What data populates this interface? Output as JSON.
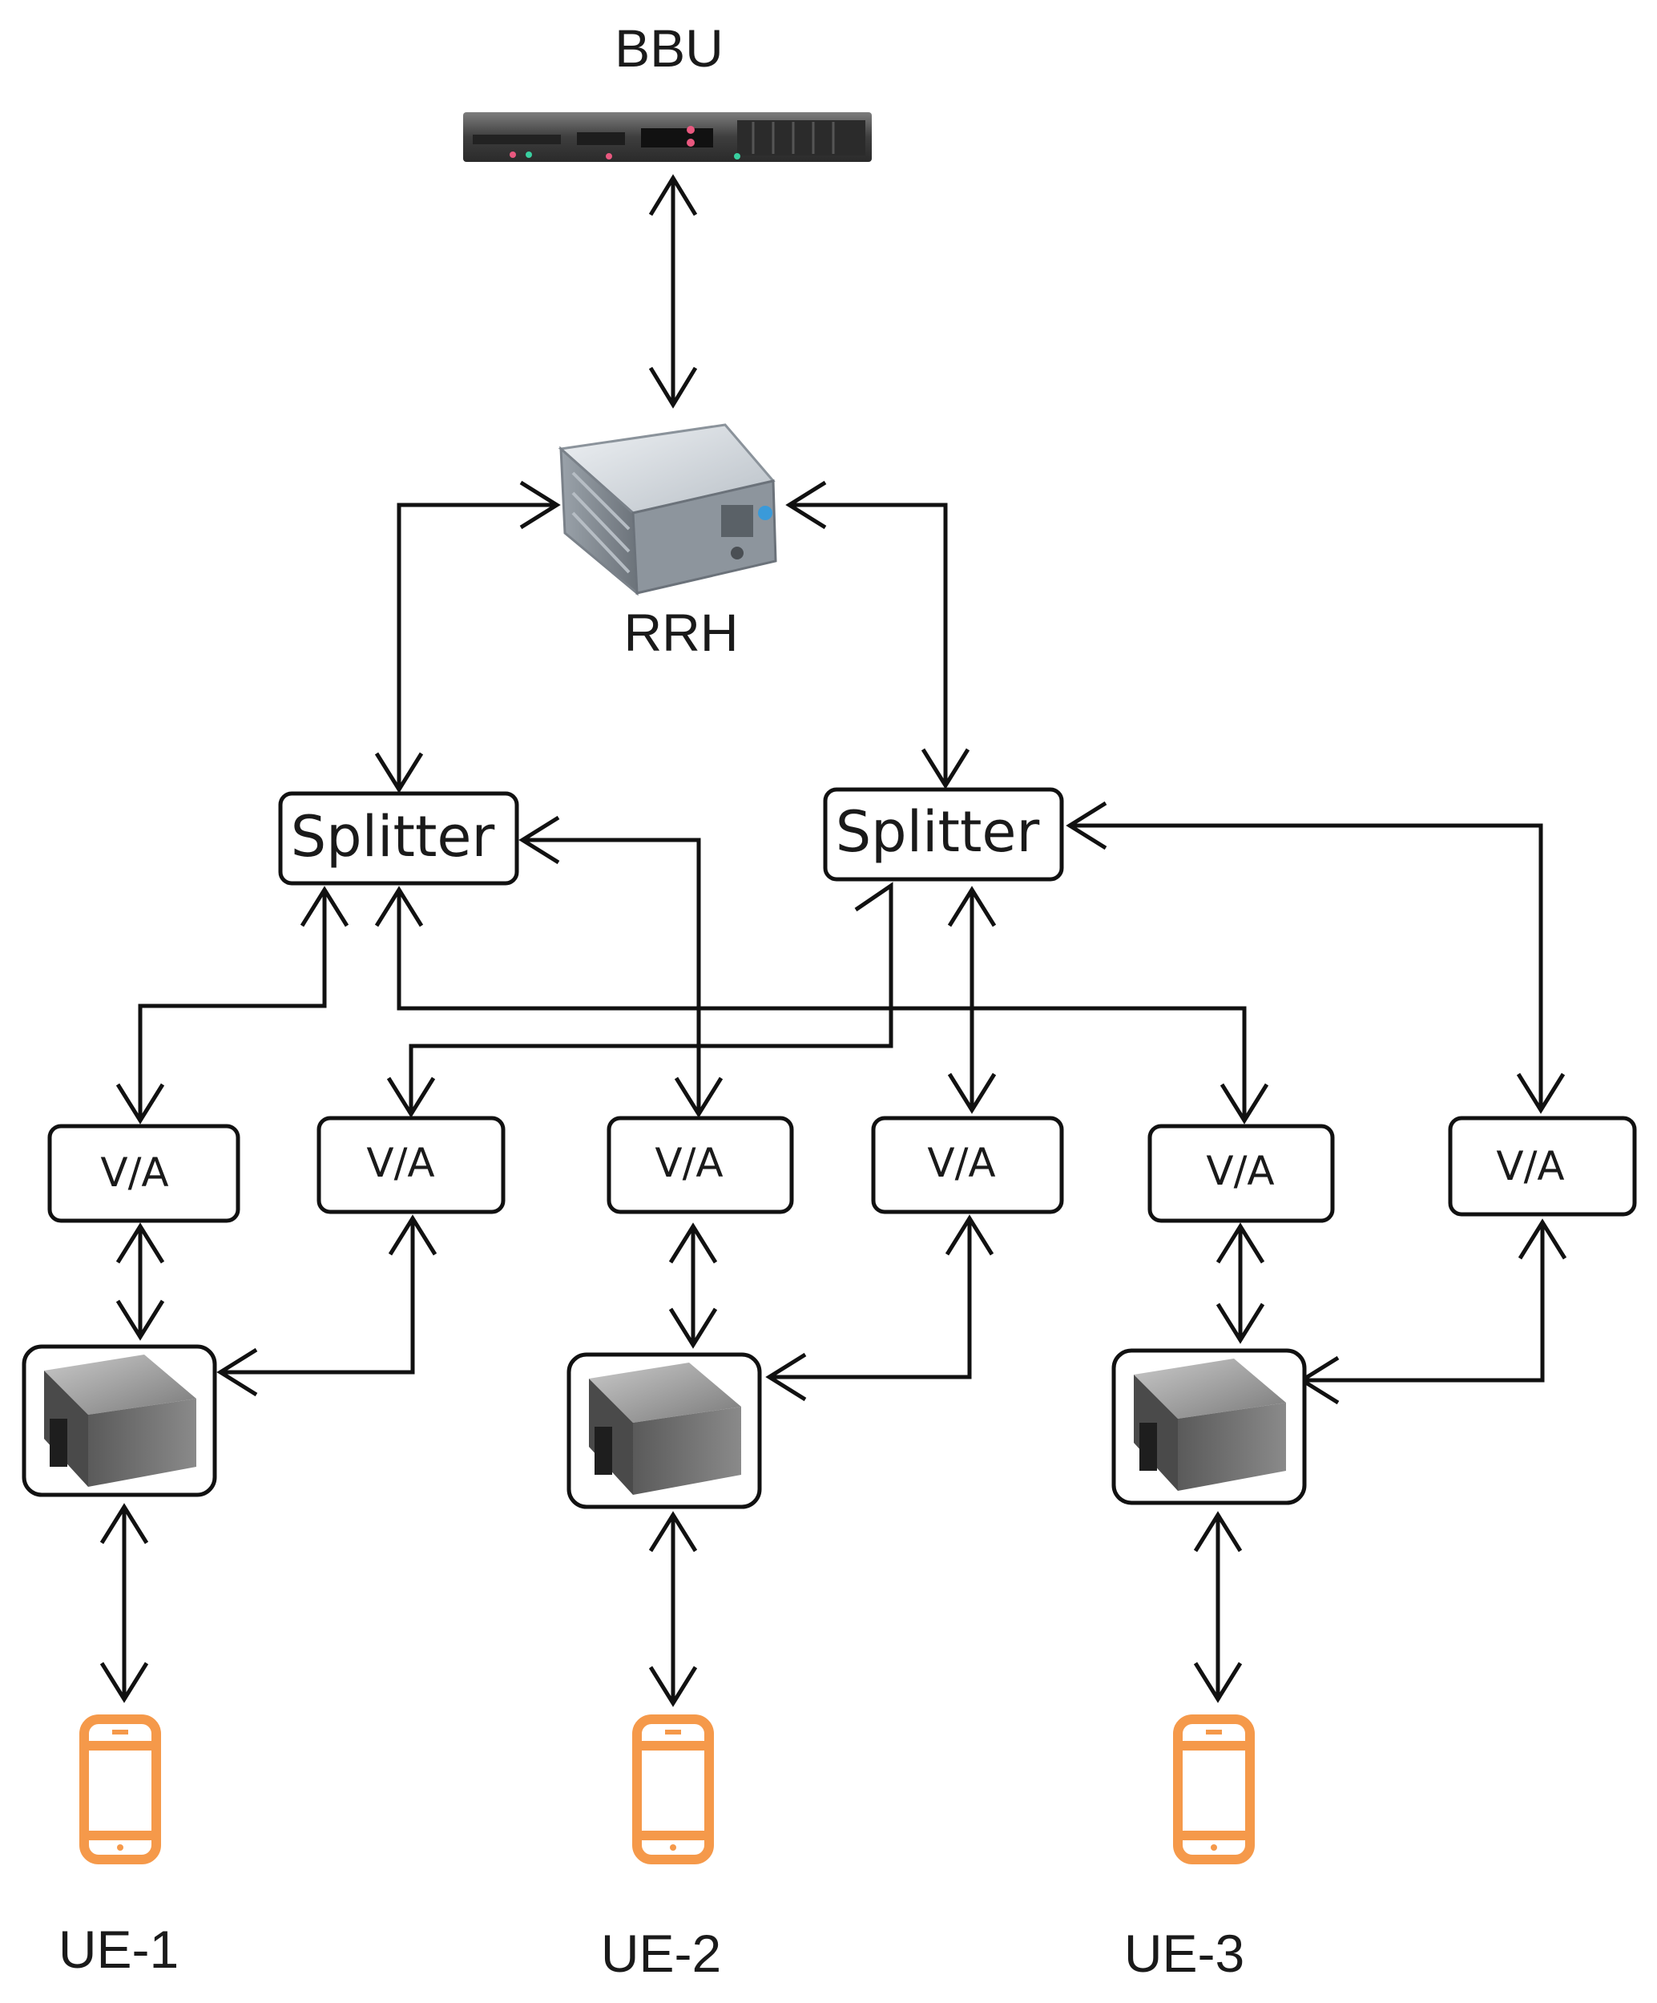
{
  "labels": {
    "bbu": "BBU",
    "rrh": "RRH",
    "splitter_left": "Splitter",
    "splitter_right": "Splitter",
    "va": [
      "V/A",
      "V/A",
      "V/A",
      "V/A",
      "V/A",
      "V/A"
    ],
    "ue": [
      "UE-1",
      "UE-2",
      "UE-3"
    ]
  },
  "icons": {
    "bbu": "rack-server-icon",
    "rrh": "radio-head-icon",
    "device": "network-device-icon",
    "ue": "smartphone-icon"
  },
  "colors": {
    "phone": "#f5994a",
    "stroke": "#111111"
  }
}
